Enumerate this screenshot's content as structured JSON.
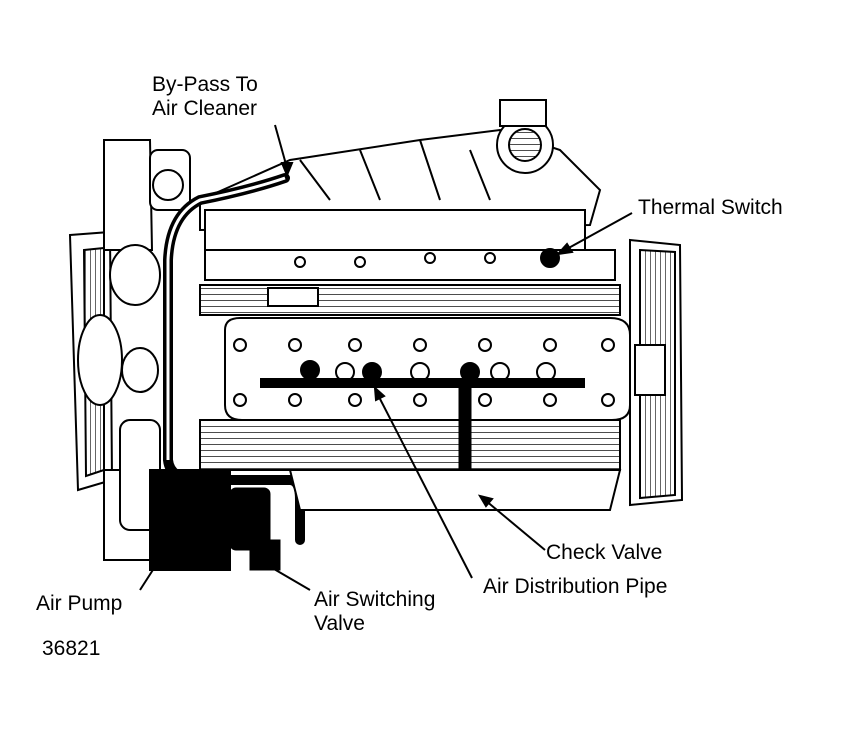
{
  "labels": {
    "bypass": [
      "By-Pass To",
      "Air Cleaner"
    ],
    "thermal_switch": "Thermal Switch",
    "check_valve": "Check Valve",
    "air_distribution_pipe": "Air Distribution Pipe",
    "air_pump": "Air Pump",
    "air_switching_valve": [
      "Air Switching",
      "Valve"
    ]
  },
  "figure_number": "36821"
}
